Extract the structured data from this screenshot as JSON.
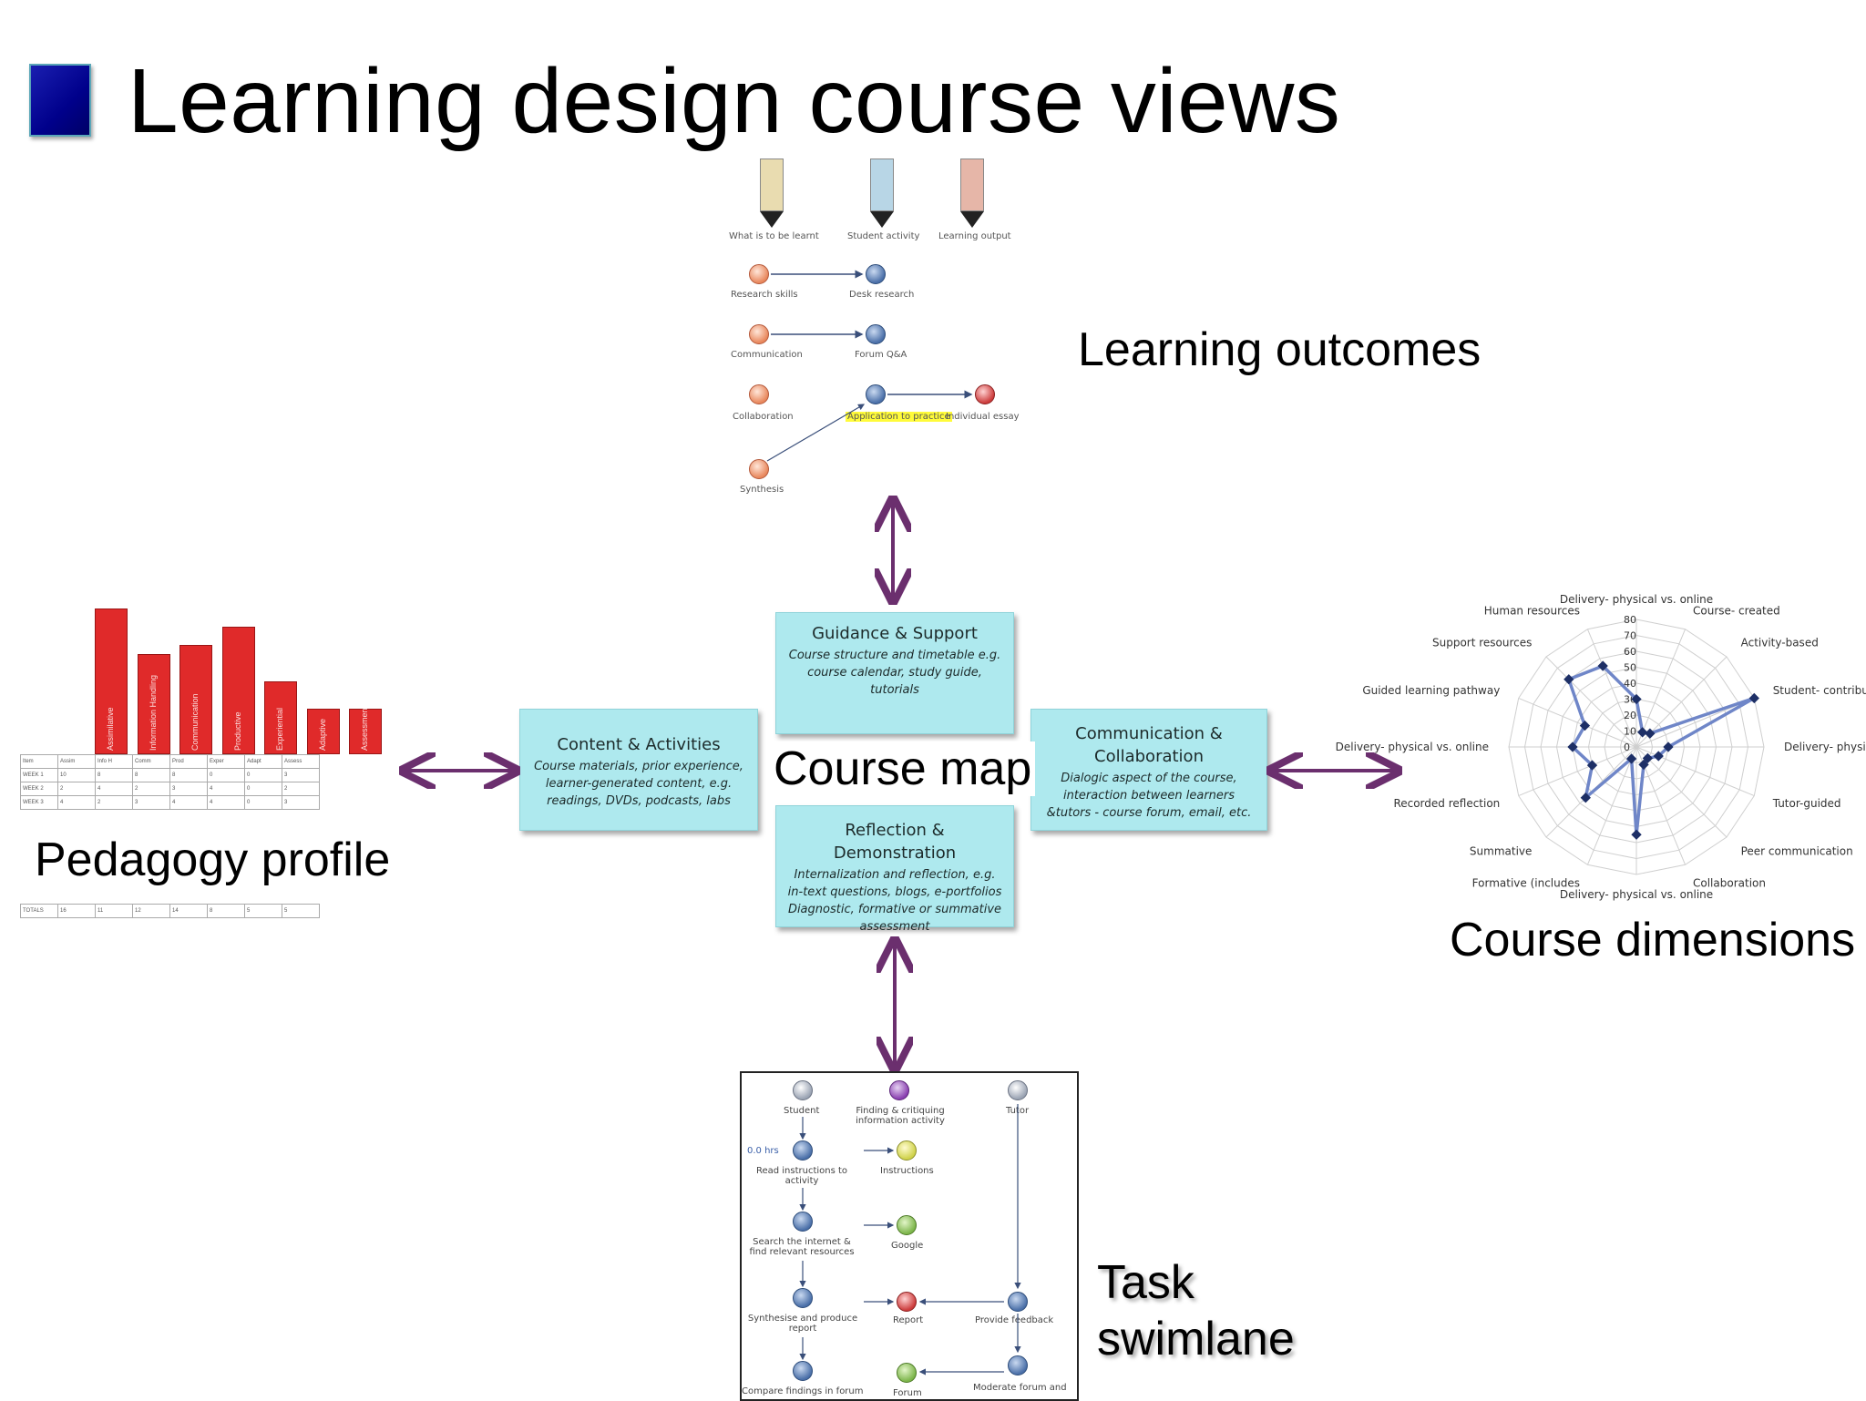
{
  "title": "Learning design course views",
  "colors": {
    "arrow": "#6b2f6e",
    "box_fill": "#aee9ee",
    "bar": "#e02a2a",
    "title_bullet": "#00008b"
  },
  "labels": {
    "learning_outcomes": "Learning outcomes",
    "course_map": "Course map",
    "pedagogy_profile": "Pedagogy profile",
    "course_dimensions": "Course dimensions",
    "task_swimlane_line1": "Task",
    "task_swimlane_line2": "swimlane"
  },
  "course_map": {
    "guidance": {
      "title": "Guidance & Support",
      "desc": "Course structure and timetable e.g. course calendar, study guide, tutorials"
    },
    "content": {
      "title": "Content & Activities",
      "desc": "Course materials, prior experience, learner-generated content, e.g. readings, DVDs, podcasts, labs"
    },
    "communication": {
      "title": "Communication & Collaboration",
      "desc": "Dialogic aspect of the course, interaction between learners &tutors - course forum, email, etc."
    },
    "reflection": {
      "title": "Reflection & Demonstration",
      "desc": "Internalization and reflection, e.g. in-text questions, blogs, e-portfolios Diagnostic, formative or summative assessment"
    }
  },
  "learning_outcomes_diagram": {
    "column_headers": [
      "What is to be learnt",
      "Student activity",
      "Learning output"
    ],
    "pencil_labels": [
      "WHAT IS TO BE LEARNT",
      "STUDENT ACTIVITY",
      "LEARNING OUTPUT"
    ],
    "outcomes": [
      "Research skills",
      "Communication",
      "Collaboration",
      "Synthesis"
    ],
    "activities": [
      "Desk research",
      "Forum Q&A",
      "Application to practice"
    ],
    "outputs": [
      "Individual essay"
    ]
  },
  "pedagogy_profile_chart": {
    "categories": [
      "Assimilative",
      "Information Handling",
      "Communication",
      "Productive",
      "Experiential",
      "Adaptive",
      "Assessment"
    ],
    "table_header": [
      "Item",
      "Assim",
      "Info H",
      "Comm",
      "Prod",
      "Exper",
      "Adapt",
      "Assess"
    ],
    "table_rows": [
      [
        "WEEK 1",
        "10",
        "8",
        "8",
        "8",
        "0",
        "0",
        "3"
      ],
      [
        "WEEK 2",
        "2",
        "4",
        "2",
        "3",
        "4",
        "0",
        "2"
      ],
      [
        "WEEK 3",
        "4",
        "2",
        "3",
        "4",
        "4",
        "0",
        "3"
      ]
    ],
    "totals": [
      "TOTALS",
      "16",
      "11",
      "12",
      "14",
      "8",
      "5",
      "5"
    ]
  },
  "chart_data": [
    {
      "type": "bar",
      "title": "",
      "categories": [
        "Assimilative",
        "Information Handling",
        "Communication",
        "Productive",
        "Experiential",
        "Adaptive",
        "Assessment"
      ],
      "values": [
        16,
        11,
        12,
        14,
        8,
        5,
        5
      ],
      "ylim": [
        0,
        16
      ]
    },
    {
      "type": "radar",
      "title": "",
      "axes": [
        "Delivery- physical vs. online",
        "Course- created",
        "Activity-based",
        "Student- contributed",
        "Delivery- physical vs. online",
        "Tutor-guided",
        "Peer communication",
        "Collaboration",
        "Delivery- physical vs. online",
        "Formative (includes",
        "Summative",
        "Recorded reflection",
        "Delivery- physical vs. online",
        "Guided learning pathway",
        "Support resources",
        "Human resources"
      ],
      "ticks": [
        "0",
        "10",
        "20",
        "30",
        "40",
        "50",
        "60",
        "70",
        "80"
      ],
      "values": [
        30,
        10,
        12,
        80,
        20,
        15,
        10,
        12,
        55,
        8,
        45,
        30,
        40,
        35,
        60,
        55
      ],
      "rlim": [
        0,
        80
      ]
    }
  ],
  "swimlane": {
    "roles": [
      "Student",
      "Finding & critiquing information activity",
      "Tutor"
    ],
    "time": "0.0 hrs",
    "steps": [
      "Read instructions to activity",
      "Search the internet & find relevant resources",
      "Synthesise and produce report",
      "Compare findings in forum"
    ],
    "resources": [
      "Instructions",
      "Google",
      "Report",
      "Forum"
    ],
    "tutor_steps": [
      "Provide feedback",
      "Moderate forum and"
    ]
  }
}
